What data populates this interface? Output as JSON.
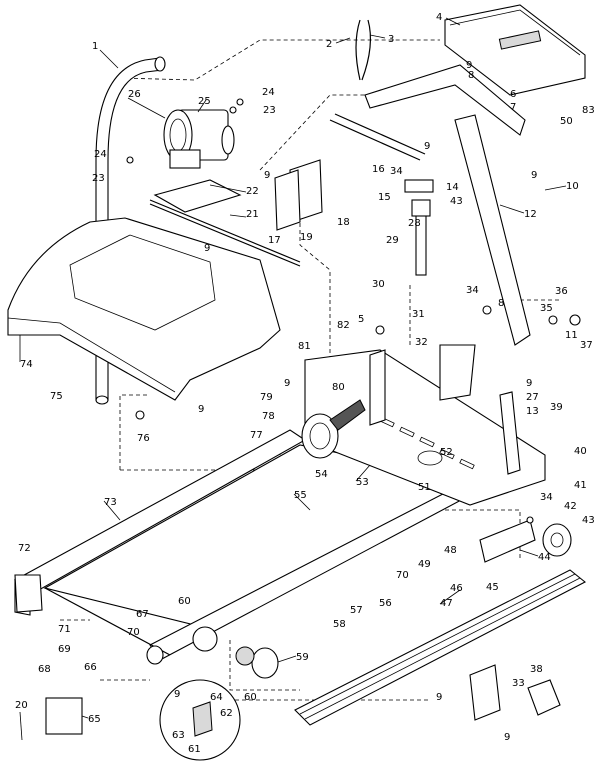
{
  "callouts": [
    "1",
    "2",
    "3",
    "4",
    "6",
    "7",
    "8",
    "9",
    "10",
    "11",
    "12",
    "13",
    "14",
    "15",
    "16",
    "17",
    "18",
    "19",
    "20",
    "21",
    "22",
    "23",
    "24",
    "25",
    "26",
    "27",
    "28",
    "29",
    "30",
    "31",
    "32",
    "33",
    "34",
    "35",
    "36",
    "37",
    "38",
    "39",
    "40",
    "41",
    "42",
    "43",
    "44",
    "45",
    "46",
    "47",
    "48",
    "49",
    "50",
    "51",
    "52",
    "53",
    "54",
    "55",
    "56",
    "57",
    "58",
    "59",
    "60",
    "61",
    "62",
    "63",
    "64",
    "65",
    "66",
    "67",
    "68",
    "69",
    "70",
    "71",
    "72",
    "73",
    "74",
    "75",
    "76",
    "77",
    "78",
    "79",
    "80",
    "81",
    "82",
    "83",
    "5"
  ]
}
